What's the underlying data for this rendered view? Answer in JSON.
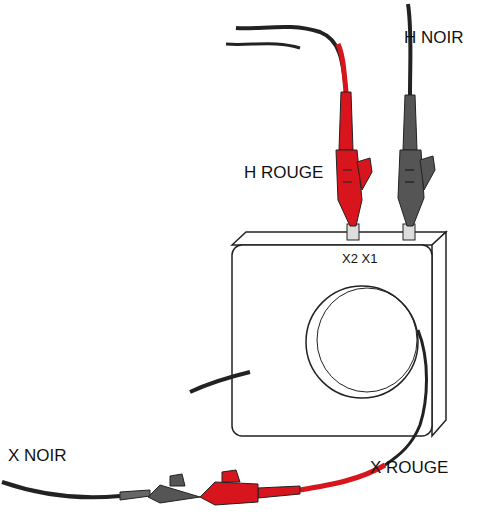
{
  "diagram": {
    "nodes": [
      {
        "text": [
          "X2 X1"
        ]
      }
    ],
    "labels": [
      "H ROUGE",
      "H NOIR",
      "X NOIR",
      "X ROUGE"
    ]
  }
}
